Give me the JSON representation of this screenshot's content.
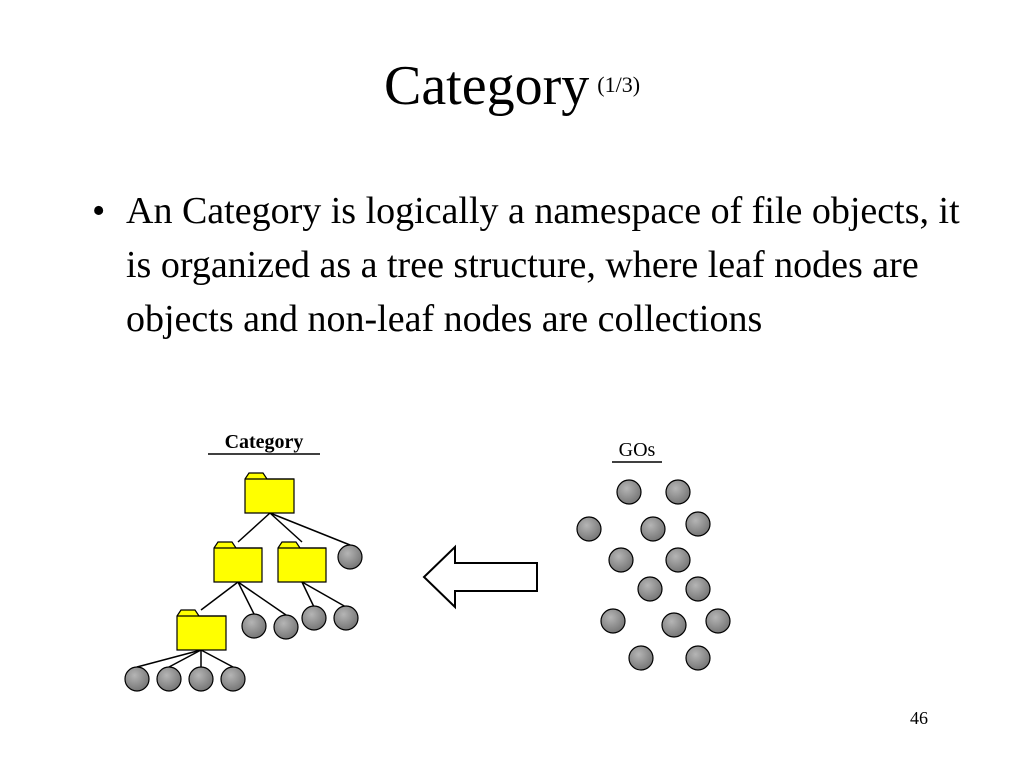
{
  "slide": {
    "title": "Category",
    "title_suffix": "(1/3)",
    "bullet_marker": "•",
    "bullet": "An Category is logically a namespace of file objects, it is organized as a tree structure, where leaf nodes are objects and non-leaf nodes are collections",
    "page_number": "46"
  },
  "diagram": {
    "category_label": "Category",
    "gos_label": "GOs",
    "colors": {
      "folder_fill": "#ffff00",
      "object_fill": "#8c8c8c",
      "stroke": "#000000"
    },
    "icons": [
      "folder-icon",
      "object-node-icon",
      "left-arrow-icon"
    ]
  }
}
